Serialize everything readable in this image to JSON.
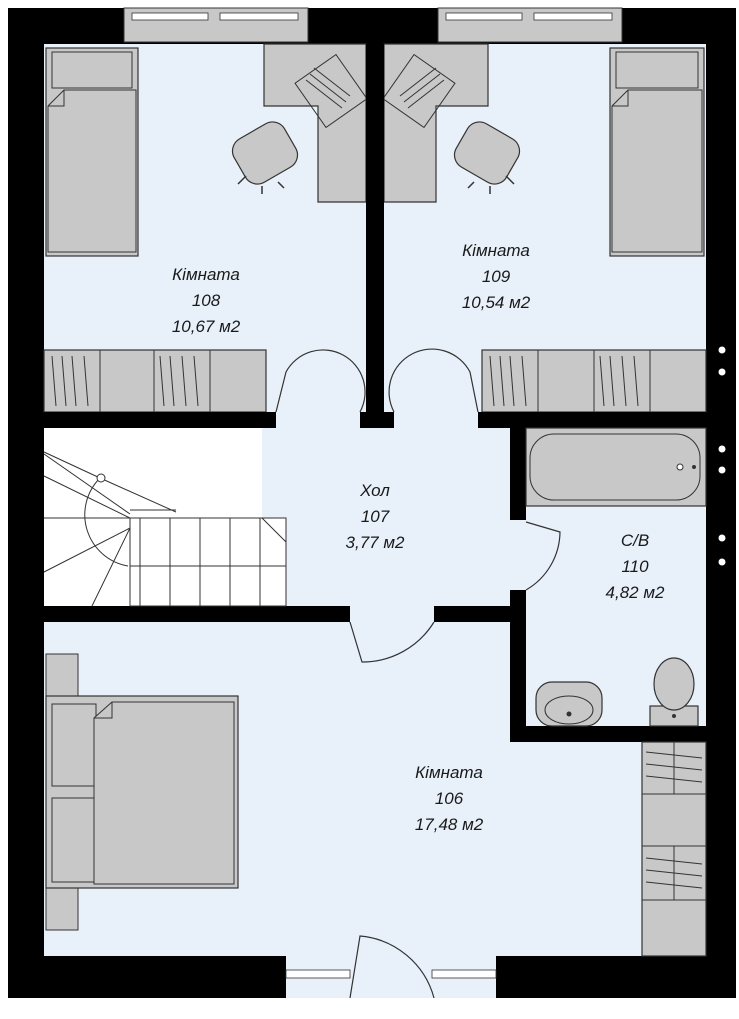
{
  "rooms": {
    "r108": {
      "name": "Кімната",
      "number": "108",
      "area": "10,67 м2"
    },
    "r109": {
      "name": "Кімната",
      "number": "109",
      "area": "10,54 м2"
    },
    "r107": {
      "name": "Хол",
      "number": "107",
      "area": "3,77 м2"
    },
    "r110": {
      "name": "С/В",
      "number": "110",
      "area": "4,82 м2"
    },
    "r106": {
      "name": "Кімната",
      "number": "106",
      "area": "17,48 м2"
    }
  },
  "colors": {
    "wall": "#000000",
    "room_fill": "#e8f1f9",
    "furniture": "#c8c8c8",
    "furniture_stroke": "#333333",
    "background": "#ffffff"
  }
}
